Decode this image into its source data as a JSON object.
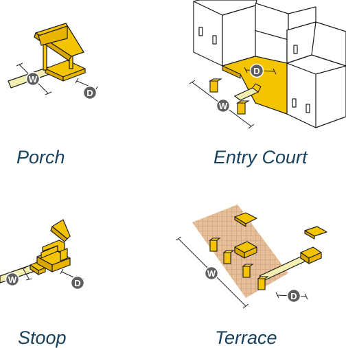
{
  "colors": {
    "yellow": "#f5c400",
    "yellow_dark": "#d9a600",
    "path": "#f3efb0",
    "outline": "#1c1c1c",
    "badge": "#5f5f5f",
    "caption": "#16405c",
    "paving": "#e7bf99",
    "building": "#ffffff"
  },
  "labels": {
    "width": "W",
    "depth": "D"
  },
  "captions": {
    "porch": "Porch",
    "entry_court": "Entry Court",
    "stoop": "Stoop",
    "terrace": "Terrace"
  }
}
